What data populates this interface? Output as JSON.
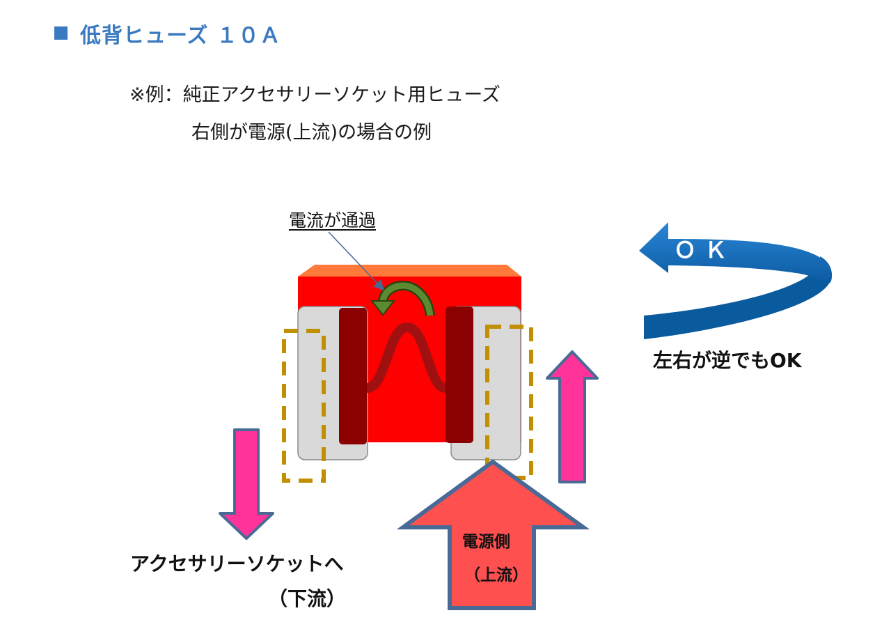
{
  "title": "低背ヒューズ １０Ａ",
  "note": {
    "line1": "※例：純正アクセサリーソケット用ヒューズ",
    "line2": "右側が電源(上流)の場合の例"
  },
  "labels": {
    "current_passes": "電流が通過",
    "ok": "ＯＫ",
    "reverse_ok": "左右が逆でもOK",
    "to_accessory_socket": "アクセサリーソケットへ",
    "downstream": "（下流）",
    "power_side": "電源側",
    "upstream": "（上流）"
  },
  "colors": {
    "title_blue": "#3a7ac0",
    "fuse_red": "#ff0000",
    "fuse_top_orange": "#ff7a3a",
    "terminal_gray": "#d9d9d9",
    "blade_dark_red": "#8b0000",
    "element_red": "#a01010",
    "dashed_gold": "#c09000",
    "pink_arrow": "#ff3399",
    "arrow_border": "#4a6a96",
    "power_arrow": "#ff5050",
    "ok_arrow_blue": "#1f6fbf",
    "green_arrow": "#4f7a28"
  },
  "icons": {
    "ok_arrow": "curved-arrow-left-icon",
    "green_arrow": "curved-arrow-icon",
    "down_arrow": "arrow-down-icon",
    "up_arrow": "arrow-up-icon",
    "power_arrow": "large-arrow-up-icon"
  }
}
